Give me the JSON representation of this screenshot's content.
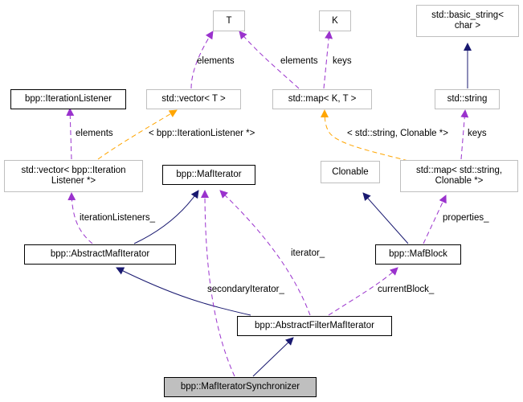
{
  "diagram": {
    "title": "bpp::MafIteratorSynchronizer collaboration graph",
    "nodes": {
      "T": {
        "label": "T",
        "kind": "external"
      },
      "K": {
        "label": "K",
        "kind": "external"
      },
      "basic_string": {
        "label": "std::basic_string< char >",
        "kind": "external"
      },
      "iteration_listener": {
        "label": "bpp::IterationListener",
        "kind": "class"
      },
      "vector_T": {
        "label": "std::vector< T >",
        "kind": "external"
      },
      "map_KT": {
        "label": "std::map< K, T >",
        "kind": "external"
      },
      "std_string": {
        "label": "std::string",
        "kind": "external"
      },
      "vector_listener": {
        "label": "std::vector< bpp::Iteration Listener *>",
        "kind": "external"
      },
      "maf_iterator": {
        "label": "bpp::MafIterator",
        "kind": "class"
      },
      "clonable": {
        "label": "Clonable",
        "kind": "external"
      },
      "map_string_clonable": {
        "label": "std::map< std::string, Clonable *>",
        "kind": "external"
      },
      "abstract_maf_iterator": {
        "label": "bpp::AbstractMafIterator",
        "kind": "class"
      },
      "maf_block": {
        "label": "bpp::MafBlock",
        "kind": "class"
      },
      "abstract_filter_maf_iterator": {
        "label": "bpp::AbstractFilterMafIterator",
        "kind": "class"
      },
      "maf_iterator_synchronizer": {
        "label": "bpp::MafIteratorSynchronizer",
        "kind": "current"
      }
    },
    "edge_labels": {
      "vector_T_elements": "elements",
      "map_KT_elements": "elements",
      "map_KT_keys": "keys",
      "listener_elements": "elements",
      "vector_listener_template": "< bpp::IterationListener *>",
      "map_template": "< std::string, Clonable *>",
      "string_keys": "keys",
      "iteration_listeners": "iterationListeners_",
      "properties": "properties_",
      "iterator": "iterator_",
      "secondary_iterator": "secondaryIterator_",
      "current_block": "currentBlock_"
    },
    "edges": [
      {
        "from": "vector_T",
        "to": "T",
        "type": "usage",
        "label": "elements"
      },
      {
        "from": "map_KT",
        "to": "T",
        "type": "usage",
        "label": "elements"
      },
      {
        "from": "map_KT",
        "to": "K",
        "type": "usage",
        "label": "keys"
      },
      {
        "from": "std_string",
        "to": "basic_string",
        "type": "inheritance"
      },
      {
        "from": "vector_listener",
        "to": "iteration_listener",
        "type": "usage",
        "label": "elements"
      },
      {
        "from": "vector_listener",
        "to": "vector_T",
        "type": "template",
        "label": "< bpp::IterationListener *>"
      },
      {
        "from": "map_string_clonable",
        "to": "map_KT",
        "type": "template",
        "label": "< std::string, Clonable *>"
      },
      {
        "from": "map_string_clonable",
        "to": "std_string",
        "type": "usage",
        "label": "keys"
      },
      {
        "from": "abstract_maf_iterator",
        "to": "vector_listener",
        "type": "usage",
        "label": "iterationListeners_"
      },
      {
        "from": "abstract_maf_iterator",
        "to": "maf_iterator",
        "type": "inheritance"
      },
      {
        "from": "maf_block",
        "to": "clonable",
        "type": "inheritance"
      },
      {
        "from": "maf_block",
        "to": "map_string_clonable",
        "type": "usage",
        "label": "properties_"
      },
      {
        "from": "abstract_filter_maf_iterator",
        "to": "abstract_maf_iterator",
        "type": "inheritance"
      },
      {
        "from": "abstract_filter_maf_iterator",
        "to": "maf_iterator",
        "type": "usage",
        "label": "iterator_"
      },
      {
        "from": "abstract_filter_maf_iterator",
        "to": "maf_block",
        "type": "usage",
        "label": "currentBlock_"
      },
      {
        "from": "maf_iterator_synchronizer",
        "to": "abstract_filter_maf_iterator",
        "type": "inheritance"
      },
      {
        "from": "maf_iterator_synchronizer",
        "to": "maf_iterator",
        "type": "usage",
        "label": "secondaryIterator_"
      }
    ],
    "colors": {
      "inheritance": "#191970",
      "usage": "#9a32cd",
      "template": "#ffa500",
      "external_border": "#bfbfbf",
      "class_border": "#000000",
      "current_fill": "#bfbfbf"
    }
  }
}
